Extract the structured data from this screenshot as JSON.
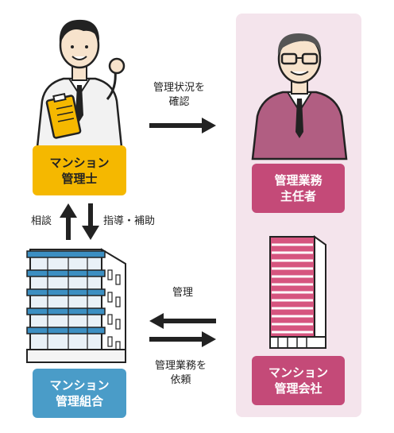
{
  "colors": {
    "advisor_box": "#f5b800",
    "manager_box": "#c44a78",
    "company_box": "#c44a78",
    "association_box": "#4a9cc8",
    "panel_bg": "#f4e4ec",
    "arrow": "#222222"
  },
  "advisor": {
    "line1": "マンション",
    "line2": "管理士"
  },
  "manager": {
    "line1": "管理業務",
    "line2": "主任者"
  },
  "company": {
    "line1": "マンション",
    "line2": "管理会社"
  },
  "association": {
    "line1": "マンション",
    "line2": "管理組合"
  },
  "arrows": {
    "check_line1": "管理状況を",
    "check_line2": "確認",
    "consult": "相談",
    "guidance": "指導・補助",
    "manage": "管理",
    "entrust_line1": "管理業務を",
    "entrust_line2": "依頼"
  }
}
